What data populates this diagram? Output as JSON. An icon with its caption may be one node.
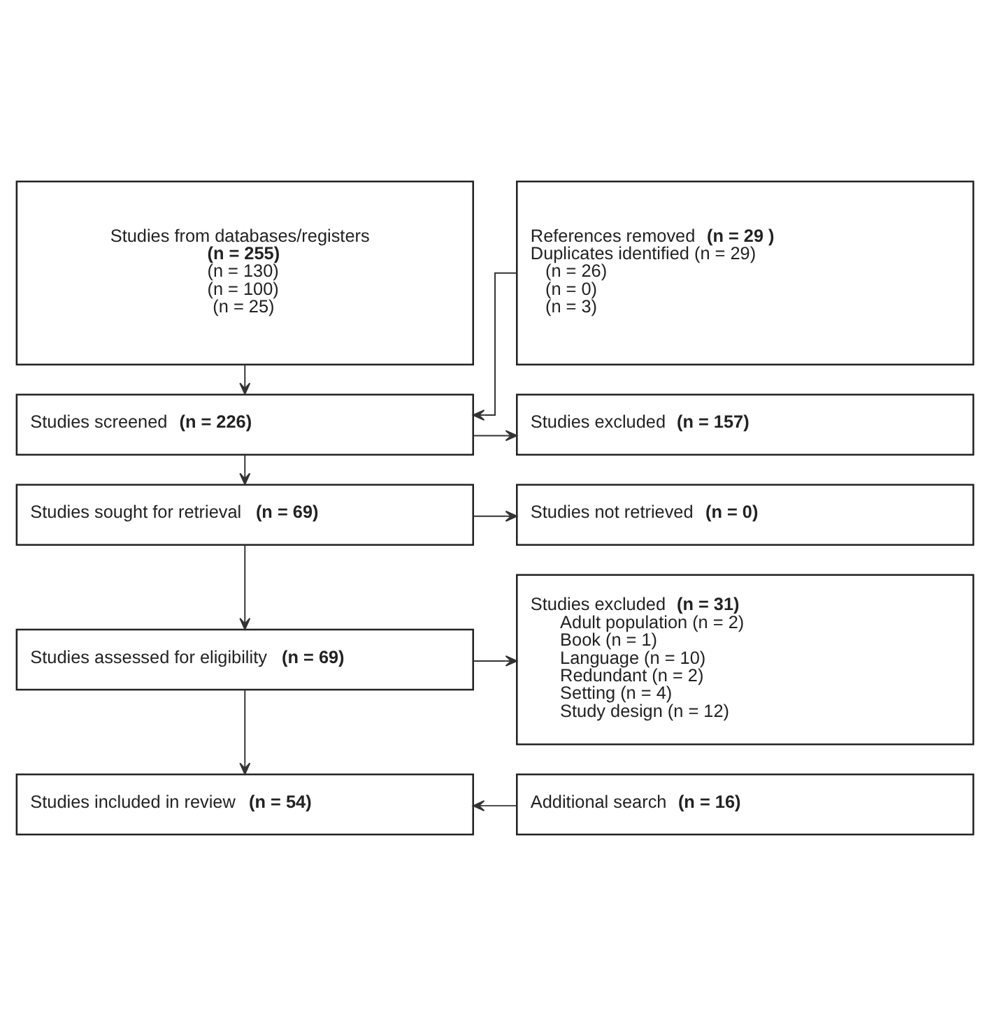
{
  "diagram": {
    "nodes": [
      {
        "text": [
          "Studies from databases/registers **(n = 255)**",
          "(n = 130)",
          "(n = 100)",
          "(n = 25)"
        ]
      },
      {
        "text": [
          "References removed **(n = 29 )**",
          "Duplicates identified (n = 29)",
          "(n = 26)",
          "(n = 0)",
          "(n = 3)"
        ]
      },
      {
        "text": [
          "Studies screened **(n = 226)**"
        ]
      },
      {
        "text": [
          "Studies excluded **(n = 157)**"
        ]
      },
      {
        "text": [
          "Studies sought for retrieval **(n = 69)**"
        ]
      },
      {
        "text": [
          "Studies not retrieved **(n = 0)**"
        ]
      },
      {
        "text": [
          "Studies assessed for eligibility **(n = 69)**"
        ]
      },
      {
        "text": [
          "Studies excluded **(n = 31)**",
          "Adult population (n = 2)",
          "Book (n = 1)",
          "Language (n = 10)",
          "Redundant (n = 2)",
          "Setting (n = 4)",
          "Study design (n = 12)"
        ]
      },
      {
        "text": [
          "Studies included in review **(n = 54)**"
        ]
      },
      {
        "text": [
          "Additional search **(n = 16)**"
        ]
      }
    ],
    "edges": [
      {
        "from": 0,
        "to": 2,
        "arrow": "to"
      },
      {
        "from": 1,
        "to": 2,
        "arrow": "to"
      },
      {
        "from": 2,
        "to": 3,
        "arrow": "to"
      },
      {
        "from": 2,
        "to": 4,
        "arrow": "to"
      },
      {
        "from": 4,
        "to": 5,
        "arrow": "to"
      },
      {
        "from": 4,
        "to": 6,
        "arrow": "to"
      },
      {
        "from": 6,
        "to": 7,
        "arrow": "to"
      },
      {
        "from": 6,
        "to": 8,
        "arrow": "to"
      },
      {
        "from": 9,
        "to": 8,
        "arrow": "to"
      }
    ]
  }
}
